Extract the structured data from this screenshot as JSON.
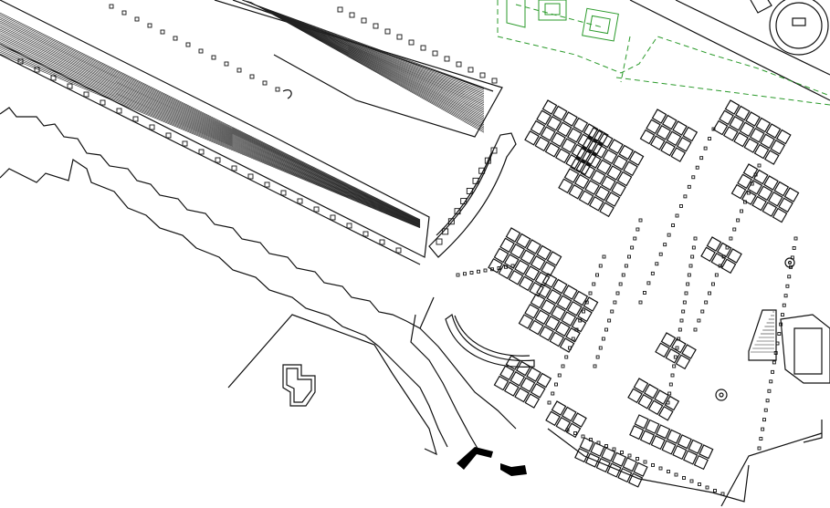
{
  "map": {
    "title": "",
    "labels": [],
    "features": [
      "stadium-track",
      "stoa-colonnade",
      "curved-exedra",
      "agora-building-complex",
      "rotunda",
      "garden-beds",
      "city-wall",
      "gate-tower"
    ],
    "colors": {
      "lines": "#111111",
      "garden": "#2a9a2a",
      "background": "#ffffff"
    }
  }
}
